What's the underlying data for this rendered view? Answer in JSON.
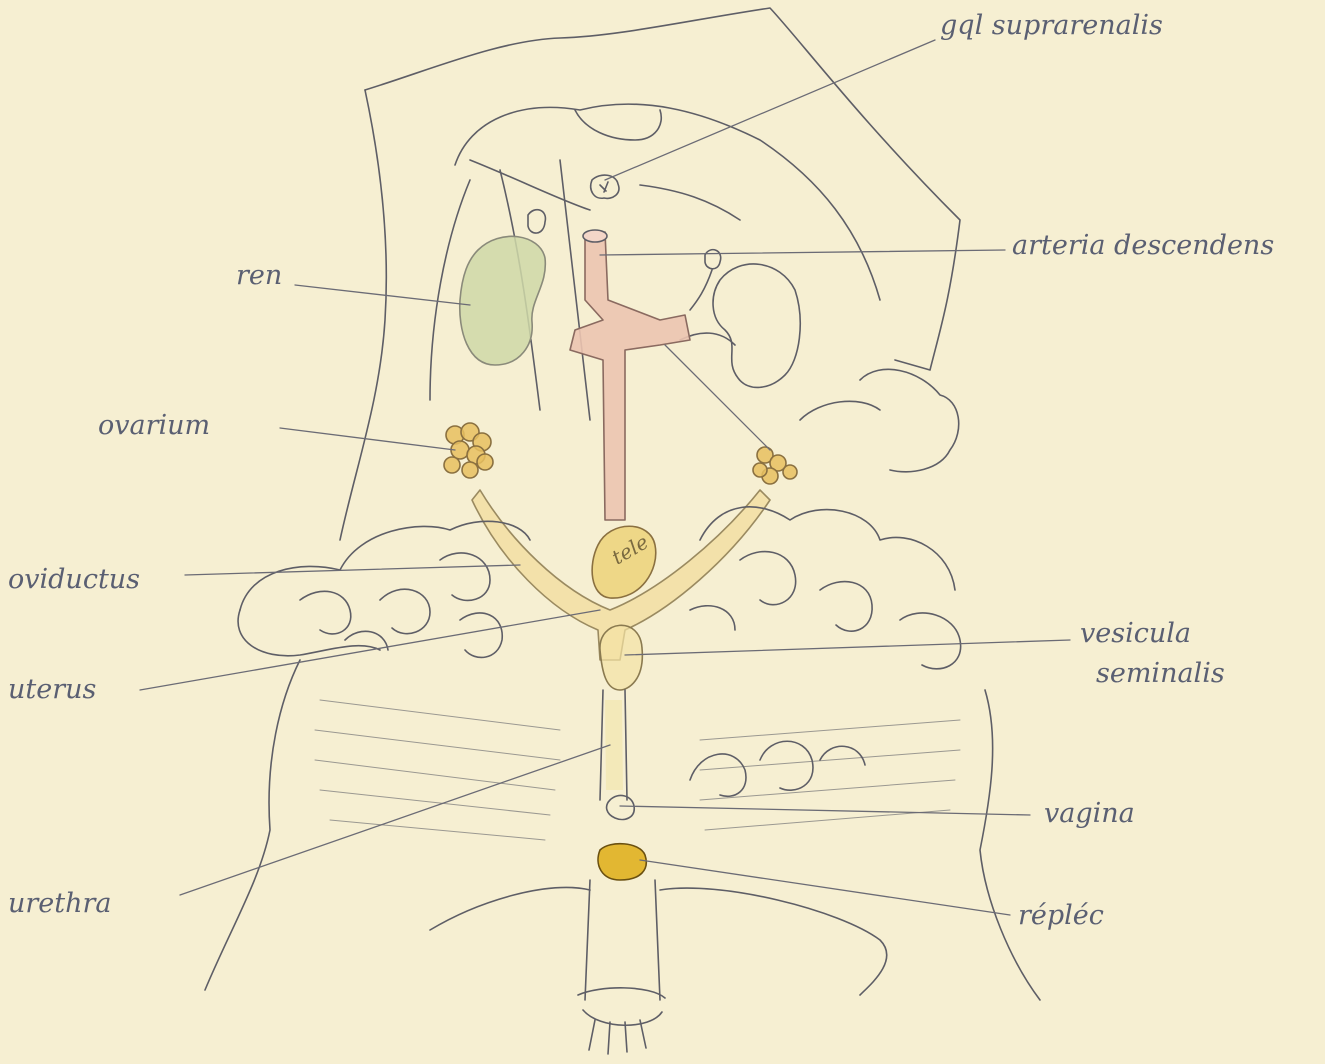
{
  "labels": {
    "gql_suprarenalis": "gql suprarenalis",
    "arteria_descendens": "arteria descendens",
    "ren": "ren",
    "ovarium": "ovarium",
    "oviductus": "oviductus",
    "vesicula_line1": "vesicula",
    "vesicula_line2": "seminalis",
    "uterus": "uterus",
    "vagina": "vagina",
    "urethra": "urethra",
    "replec": "répléc",
    "organ_marker": "tele"
  },
  "colors": {
    "paper": "#f6efd2",
    "ink": "#5a5f72",
    "kidney": "#cfd8a8",
    "artery": "#ecc4b0",
    "ovary": "#e8c060",
    "oviduct": "#f2dc9c",
    "bladder": "#f4e2a4",
    "rectum": "#e0b020"
  }
}
